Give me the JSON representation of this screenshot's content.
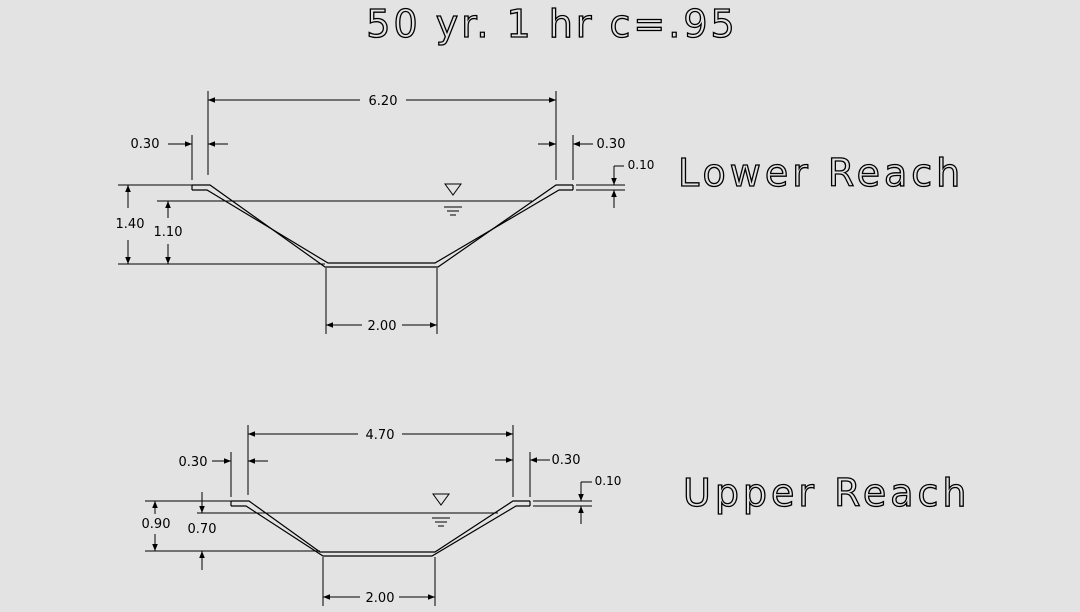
{
  "title": "50 yr. 1 hr c=.95",
  "lower": {
    "label": "Lower Reach",
    "top_width": "6.20",
    "left_offset": "0.30",
    "right_offset": "0.30",
    "freeboard": "0.10",
    "total_depth": "1.40",
    "water_depth": "1.10",
    "bottom_width": "2.00"
  },
  "upper": {
    "label": "Upper Reach",
    "top_width": "4.70",
    "left_offset": "0.30",
    "right_offset": "0.30",
    "freeboard": "0.10",
    "total_depth": "0.90",
    "water_depth": "0.70",
    "bottom_width": "2.00"
  }
}
